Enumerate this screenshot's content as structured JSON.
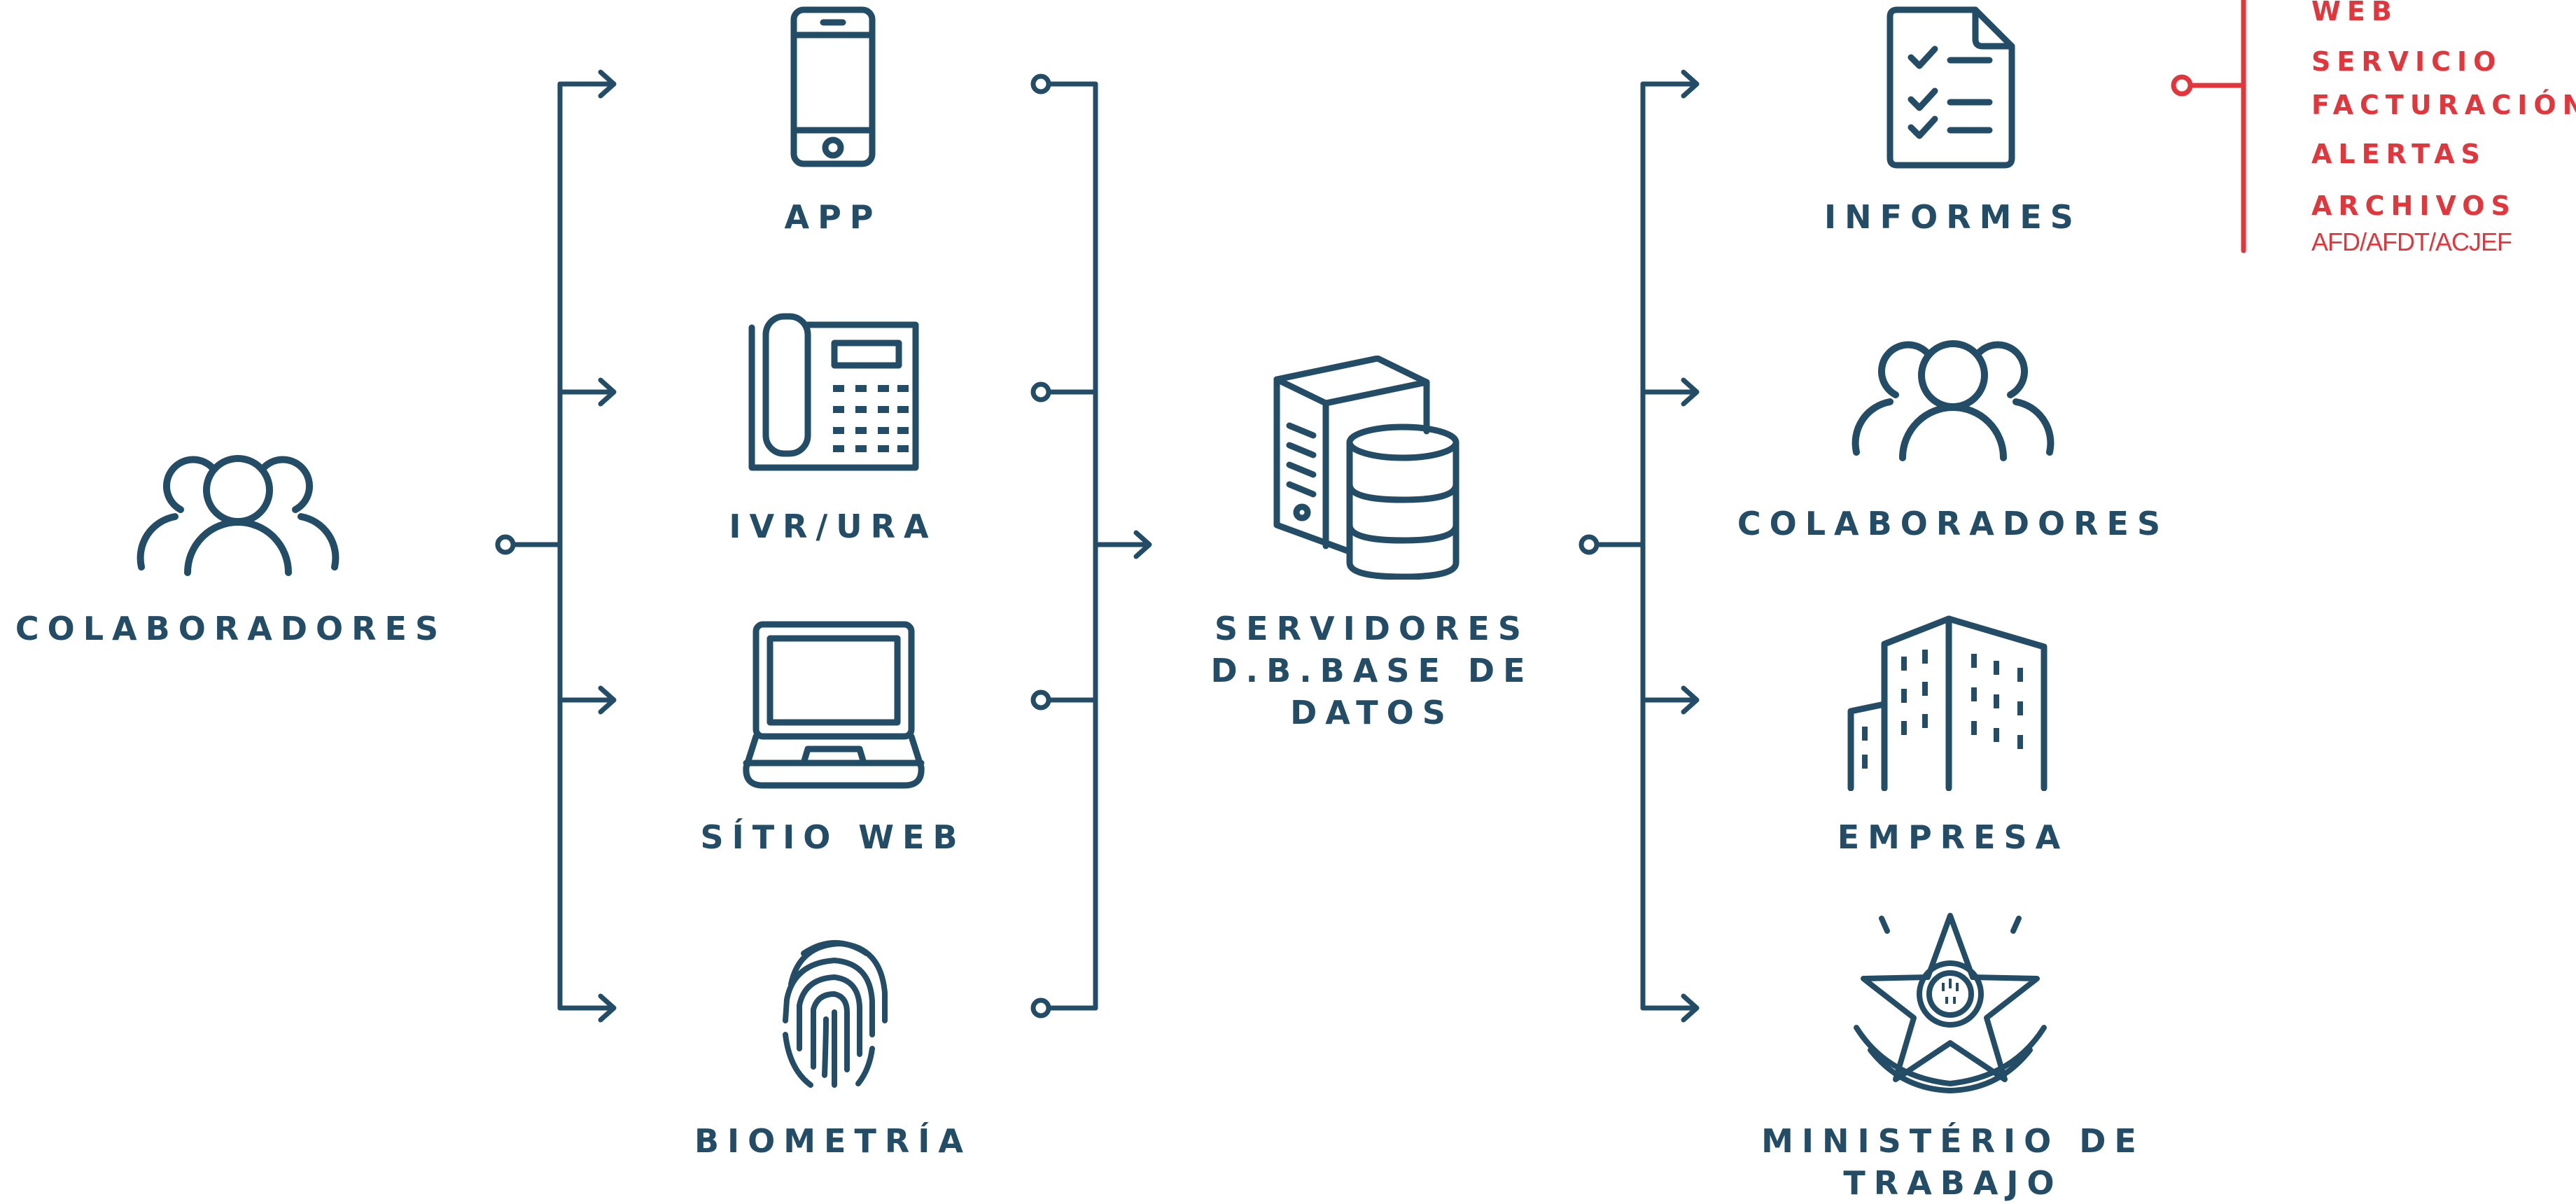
{
  "colors": {
    "primary": "#234d66",
    "accent": "#e0363c"
  },
  "left_node": {
    "label": "COLABORADORES",
    "icon": "users-icon"
  },
  "inputs": [
    {
      "label": "APP",
      "icon": "smartphone-icon"
    },
    {
      "label": "IVR/URA",
      "icon": "desk-phone-icon"
    },
    {
      "label": "SÍTIO WEB",
      "icon": "laptop-icon"
    },
    {
      "label": "BIOMETRÍA",
      "icon": "fingerprint-icon"
    }
  ],
  "center_node": {
    "lines": [
      "SERVIDORES",
      "D.B.BASE DE",
      "DATOS"
    ],
    "icon": "server-database-icon"
  },
  "outputs": [
    {
      "label": "INFORMES",
      "icon": "checklist-document-icon"
    },
    {
      "label": "COLABORADORES",
      "icon": "users-icon"
    },
    {
      "label": "EMPRESA",
      "icon": "buildings-icon"
    },
    {
      "lines": [
        "MINISTÉRIO DE",
        "TRABAJO"
      ],
      "icon": "coat-of-arms-icon"
    }
  ],
  "informes_details": [
    "WEB",
    "SERVICIO",
    "FACTURACIÓN",
    "ALERTAS",
    "ARCHIVOS",
    "AFD/AFDT/ACJEF"
  ]
}
